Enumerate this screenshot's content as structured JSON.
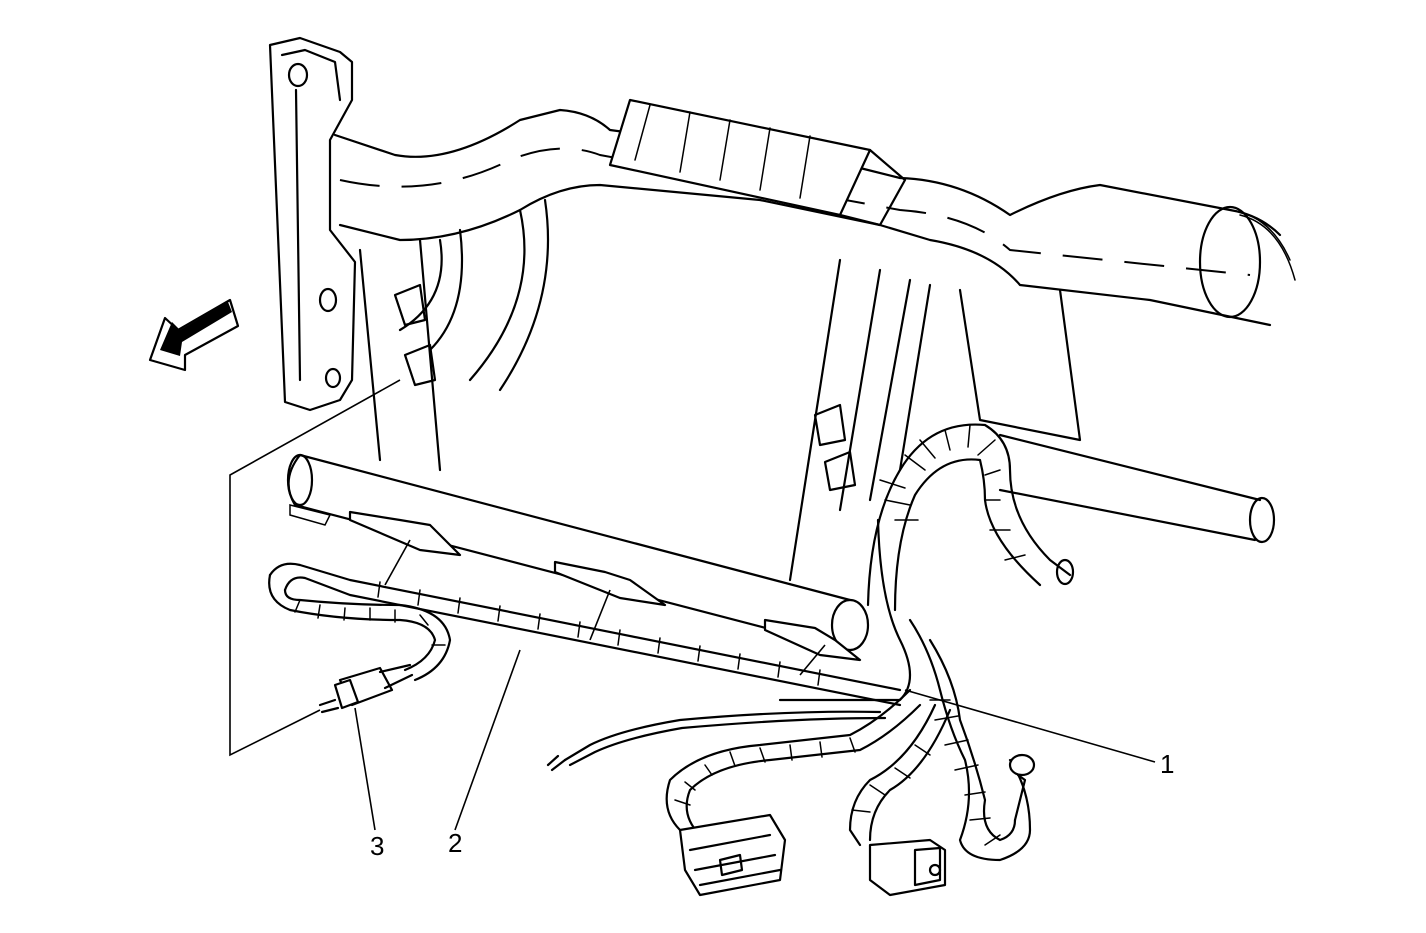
{
  "diagram": {
    "callouts": [
      {
        "id": "1",
        "label": "1"
      },
      {
        "id": "2",
        "label": "2"
      },
      {
        "id": "3",
        "label": "3"
      }
    ],
    "colors": {
      "line": "#000000",
      "background": "#ffffff"
    },
    "icons": {
      "direction_arrow": "front-direction-arrow-icon"
    }
  }
}
